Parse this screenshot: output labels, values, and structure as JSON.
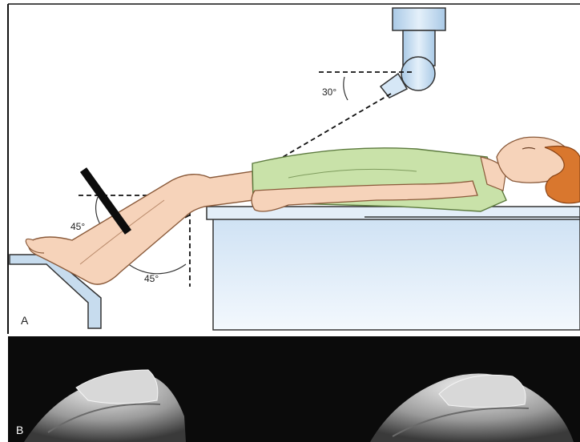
{
  "panel_a": {
    "label": "A",
    "angle_tube": "30°",
    "angle_leg": "45°",
    "angle_knee": "45°"
  },
  "panel_b": {
    "label": "B"
  },
  "colors": {
    "gown": "#c9e2a9",
    "skin": "#f6d3ba",
    "hair": "#d9772e",
    "table": "#d8e8f6",
    "tube": "#c7dff2",
    "xray_bg": "#0b0b0b"
  }
}
